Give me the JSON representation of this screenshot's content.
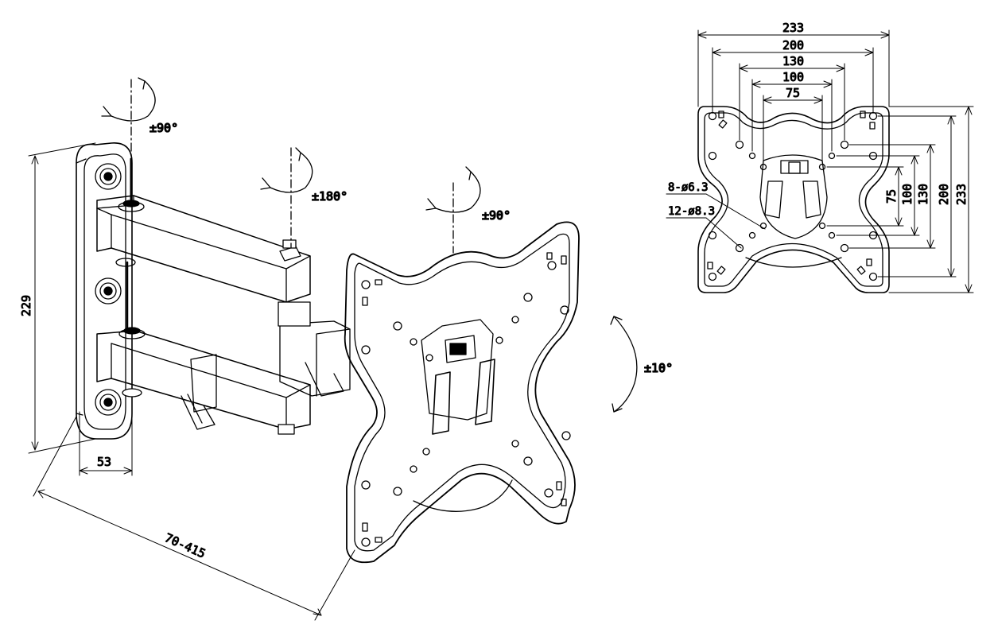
{
  "drawing": {
    "colors": {
      "ink": "#000000",
      "background": "#ffffff",
      "shade": "#3a3a3a"
    },
    "rotations": {
      "wall_swivel": "±90°",
      "arm_swivel": "±180°",
      "plate_swivel": "±90°",
      "tilt": "±10°"
    },
    "dimensions": {
      "height": "229",
      "depth_min": "53",
      "extension": "70-415"
    },
    "vesa_plate": {
      "widths": [
        "233",
        "200",
        "130",
        "100",
        "75"
      ],
      "heights": [
        "75",
        "100",
        "130",
        "200",
        "233"
      ],
      "hole_note_small": "8-ø6.3",
      "hole_note_large": "12-ø8.3"
    }
  }
}
